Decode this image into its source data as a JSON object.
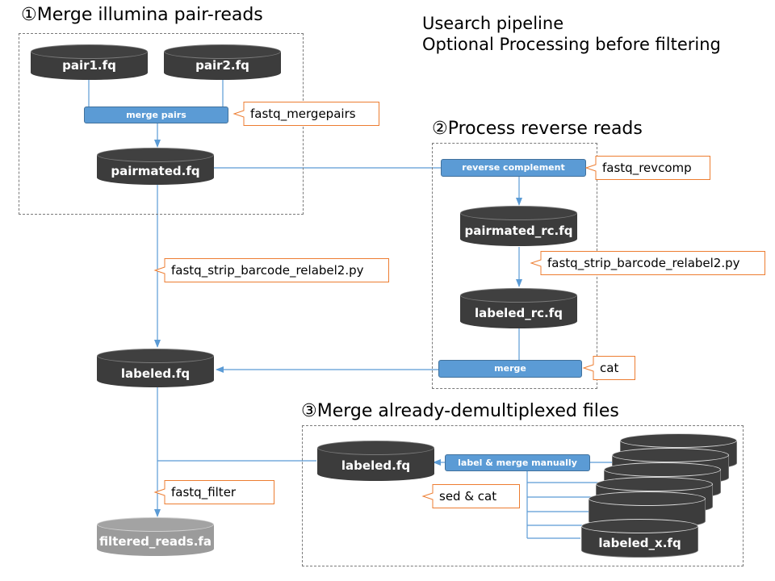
{
  "title": {
    "line1": "Usearch pipeline",
    "line2": "Optional Processing before filtering"
  },
  "section1": {
    "heading": "①Merge illumina pair-reads"
  },
  "section2": {
    "heading": "②Process reverse reads"
  },
  "section3": {
    "heading": "③Merge already-demultiplexed files"
  },
  "nodes": {
    "pair1": "pair1.fq",
    "pair2": "pair2.fq",
    "pairmated": "pairmated.fq",
    "pairmated_rc": "pairmated_rc.fq",
    "labeled_rc": "labeled_rc.fq",
    "labeled": "labeled.fq",
    "filtered": "filtered_reads.fa",
    "labeled3": "labeled.fq",
    "labeled_x": "labeled_x.fq"
  },
  "processes": {
    "merge_pairs": "merge pairs",
    "reverse_complement": "reverse complement",
    "merge": "merge",
    "label_merge": "label & merge manually"
  },
  "commands": {
    "fastq_mergepairs": "fastq_mergepairs",
    "fastq_revcomp": "fastq_revcomp",
    "strip1": "fastq_strip_barcode_relabel2.py",
    "strip2": "fastq_strip_barcode_relabel2.py",
    "cat": "cat",
    "fastq_filter": "fastq_filter",
    "sed_cat": "sed & cat"
  },
  "colors": {
    "process_fill": "#5b9bd5",
    "cylinder_dark": "#3c3c3c",
    "cylinder_output": "#9b9b9b",
    "callout_border": "#ed7d31",
    "connector": "#5b9bd5"
  }
}
